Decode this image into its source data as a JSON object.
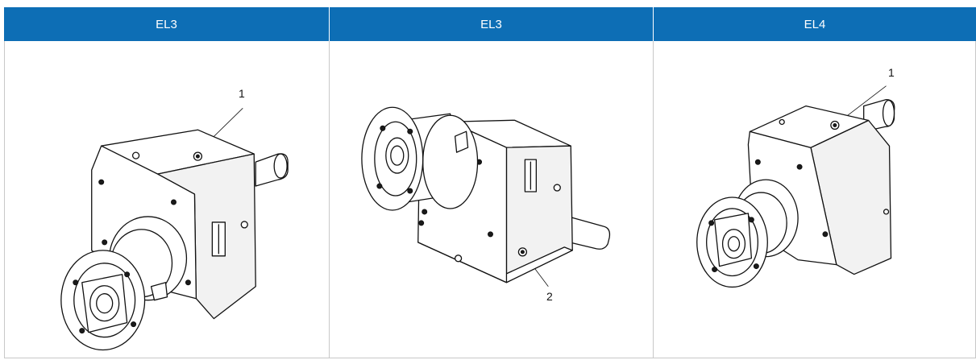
{
  "columns": [
    {
      "header": "EL3",
      "callouts": [
        "1"
      ]
    },
    {
      "header": "EL3",
      "callouts": [
        "2"
      ]
    },
    {
      "header": "EL4",
      "callouts": [
        "1"
      ]
    }
  ]
}
